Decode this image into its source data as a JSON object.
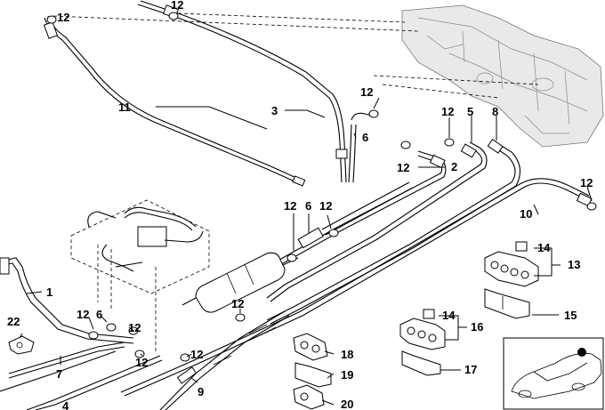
{
  "labels": {
    "p1": "1",
    "p2": "2",
    "p3": "3",
    "p4": "4",
    "p5": "5",
    "p6": "6",
    "p7": "7",
    "p8": "8",
    "p9": "9",
    "p10": "10",
    "p11": "11",
    "p12": "12",
    "p13": "13",
    "p14": "14",
    "p15": "15",
    "p16": "16",
    "p17": "17",
    "p18": "18",
    "p19": "19",
    "p20": "20",
    "p22": "22"
  },
  "colors": {
    "line": "#000000",
    "tank_fill": "#e9e9e9",
    "marker": "#000000"
  }
}
